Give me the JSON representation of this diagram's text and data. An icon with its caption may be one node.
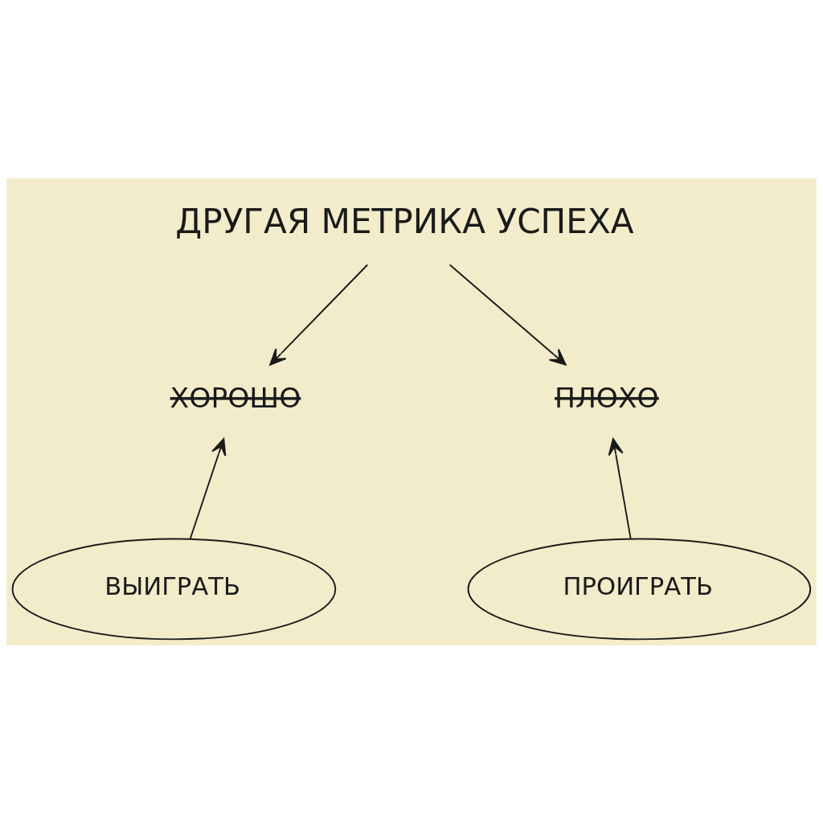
{
  "diagram": {
    "nodes": [
      {
        "text": [
          "ДРУГАЯ МЕТРИКА УСПЕХА"
        ]
      },
      {
        "text": [
          "ХОРОШО"
        ]
      },
      {
        "text": [
          "ПЛОХО"
        ]
      },
      {
        "text": [
          "ВЫИГРАТЬ"
        ]
      },
      {
        "text": [
          "ПРОИГРАТЬ"
        ]
      }
    ],
    "edges": [
      {
        "from": 0,
        "to": 1,
        "arrow": "to"
      },
      {
        "from": 0,
        "to": 2,
        "arrow": "to"
      },
      {
        "from": 3,
        "to": 1,
        "arrow": "to"
      },
      {
        "from": 4,
        "to": 2,
        "arrow": "to"
      }
    ]
  }
}
